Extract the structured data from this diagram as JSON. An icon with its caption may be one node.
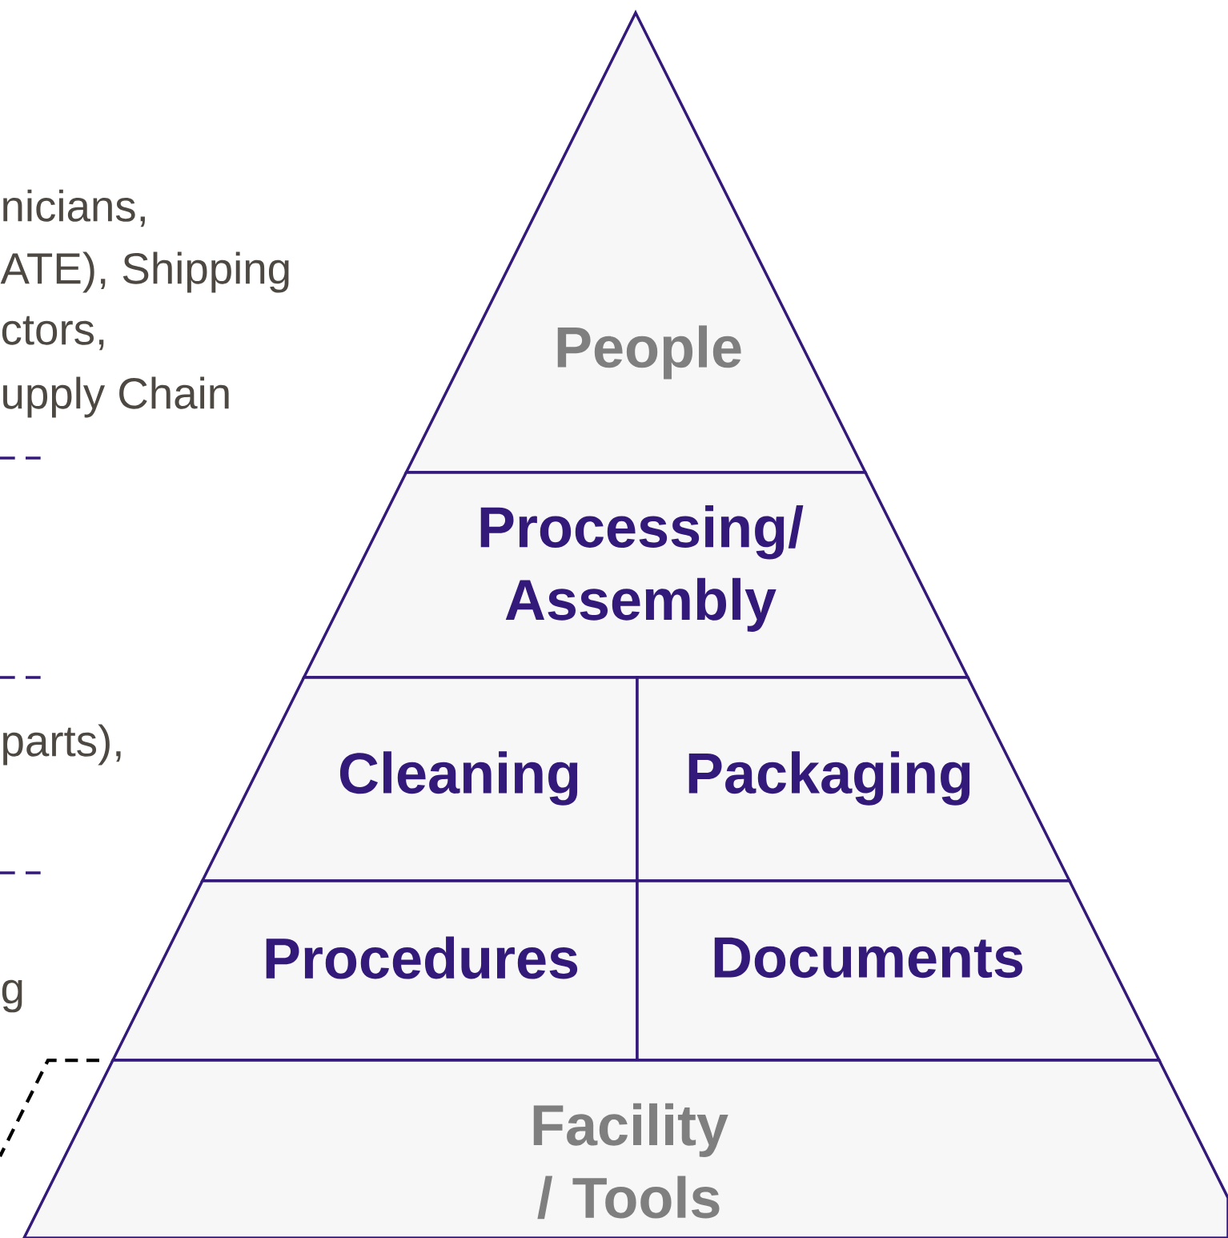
{
  "diagram": {
    "nodes": [
      {
        "text": [
          "People"
        ]
      },
      {
        "text": [
          "Processing/ Assembly"
        ]
      },
      {
        "text": [
          "Cleaning"
        ]
      },
      {
        "text": [
          "Packaging"
        ]
      },
      {
        "text": [
          "Procedures"
        ]
      },
      {
        "text": [
          "Documents"
        ]
      },
      {
        "text": [
          "Facility / Tools"
        ]
      }
    ],
    "labels": [
      "nicians,",
      "ATE), Shipping",
      "ctors,",
      "upply Chain",
      "parts),",
      "g"
    ]
  }
}
